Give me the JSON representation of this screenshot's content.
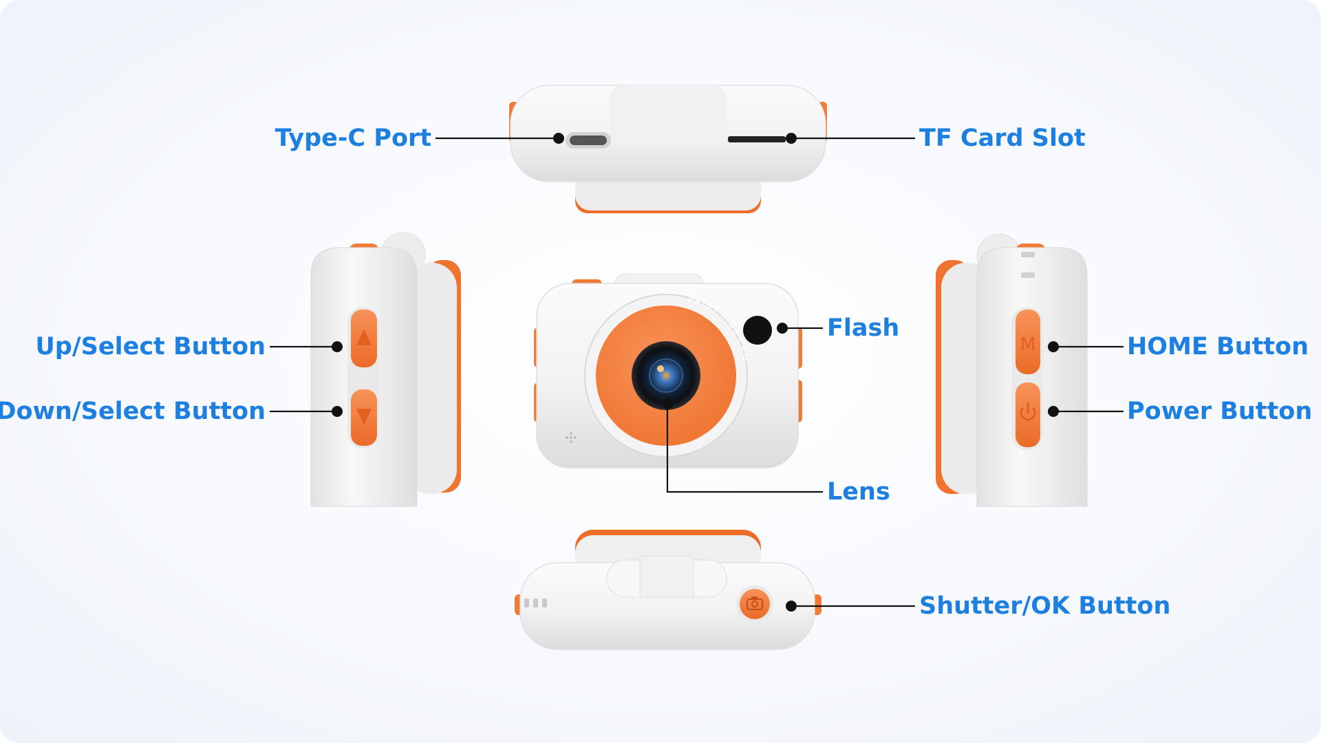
{
  "colors": {
    "label": "#1d7fe0",
    "leader": "#111111",
    "body": "#f3f3f3",
    "accent": "#f07a36",
    "accent_light": "#f58a4c",
    "background": "#f4f7fc"
  },
  "product_text": "PRINT KIDS CAM",
  "labels": {
    "type_c_port": "Type-C Port",
    "tf_card_slot": "TF Card Slot",
    "up_select": "Up/Select Button",
    "down_select": "Down/Select Button",
    "flash": "Flash",
    "lens": "Lens",
    "home": "HOME Button",
    "power": "Power Button",
    "shutter_ok": "Shutter/OK Button"
  },
  "icons": {
    "up": "triangle-up-icon",
    "down": "triangle-down-icon",
    "home": "m-letter-icon",
    "power": "power-icon",
    "shutter": "camera-icon"
  }
}
